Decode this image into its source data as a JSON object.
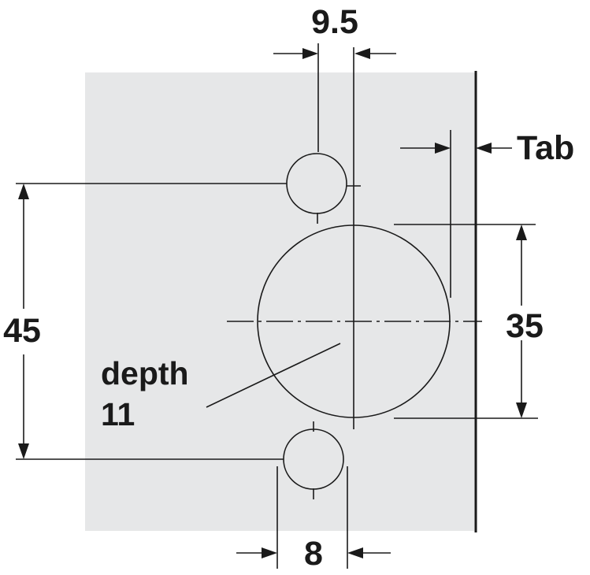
{
  "drawing": {
    "colors": {
      "panel": "#e6e7e8",
      "line": "#1a1a1a",
      "hole_fill": "#ffffff",
      "background": "#ffffff"
    },
    "dimensions": {
      "screw_hole_offset": "9.5",
      "edge_distance": "Tab",
      "screw_hole_spacing": "45",
      "cup_diameter": "35",
      "screw_hole_diameter": "8"
    },
    "note": {
      "line1": "depth",
      "line2": "11"
    }
  }
}
